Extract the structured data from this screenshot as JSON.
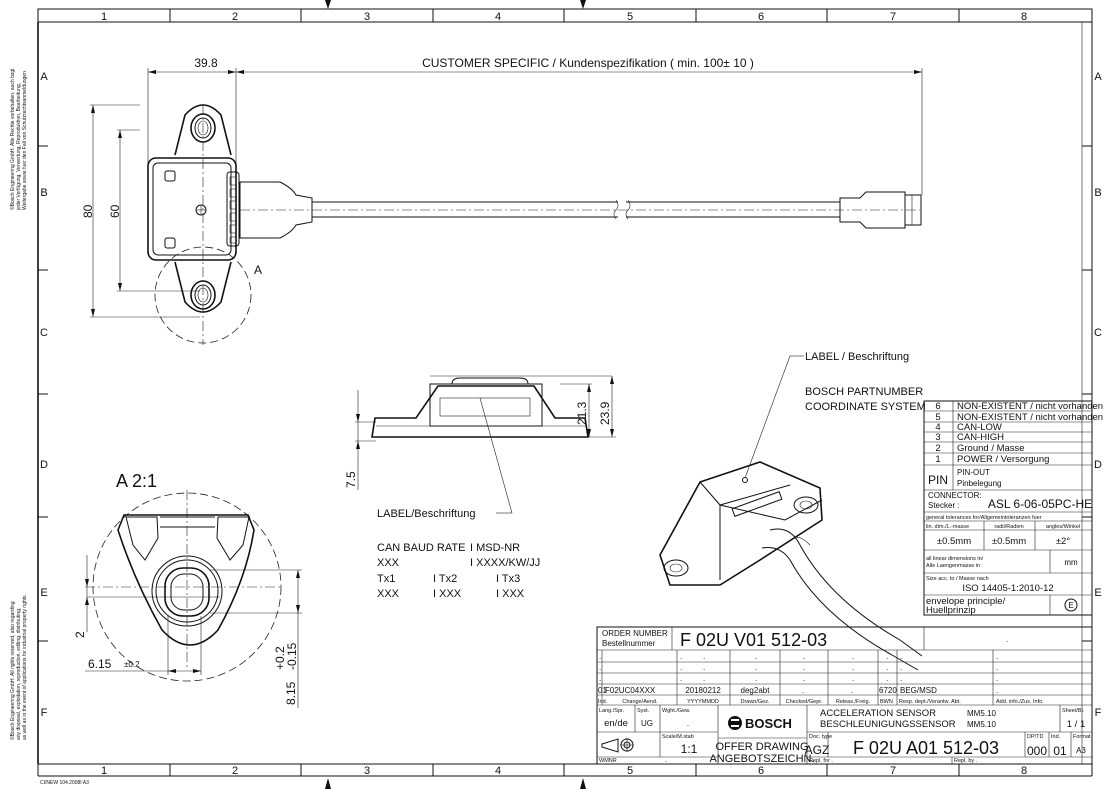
{
  "frame": {
    "columns": [
      "1",
      "2",
      "3",
      "4",
      "5",
      "6",
      "7",
      "8"
    ],
    "rows": [
      "A",
      "B",
      "C",
      "D",
      "E",
      "F"
    ],
    "footer_code": "CI/NEW 104.2008I  A3",
    "copyright_de": [
      "©Bosch Engineering GmbH. Alle Rechte vorbehalten, auch bzgl.",
      "jeder Verfügung, Verwertung, Reproduktion, Bearbeitung,",
      "Weitergabe sowie fuer den Fall von Schutzrechtsanmeldungen."
    ],
    "copyright_en": [
      "©Bosch Engineering GmbH. All rights reserved, also regarding",
      "any disposal, exploitation, reproduction, editing, distributing,",
      "as well as in the event of applications for industrial property rights."
    ]
  },
  "top_view": {
    "dim_width": "39.8",
    "dim_cable": "CUSTOMER SPECIFIC / Kundenspezifikation ( min. 100± 10 )",
    "dim_height_outer": "80",
    "dim_height_inner": "60",
    "detail_marker": "A"
  },
  "side_view": {
    "dim_body": "21.3",
    "dim_total": "23.9",
    "dim_flange": "7.5",
    "label_callout": "LABEL/Beschriftung"
  },
  "label_info": {
    "lines": [
      [
        "CAN BAUD RATE",
        "I MSD-NR",
        ""
      ],
      [
        "XXX",
        "I XXXX/KW/JJ",
        ""
      ],
      [
        "Tx1",
        "I Tx2",
        "I Tx3"
      ],
      [
        "XXX",
        "I XXX",
        "I XXX"
      ]
    ]
  },
  "detail_view": {
    "title": "A  2:1",
    "dim_2": "2",
    "dim_width": "6.15",
    "dim_width_tol": "±0.2",
    "dim_height": "8.15",
    "dim_height_tol_upper": "+0.2",
    "dim_height_tol_lower": "-0.15"
  },
  "iso_view": {
    "label_callout": "LABEL / Beschriftung",
    "partnumber_note": "BOSCH PARTNUMBER",
    "coordinate_note": "COORDINATE SYSTEM"
  },
  "pin_table": {
    "rows": [
      {
        "pin": "6",
        "desc": "NON-EXISTENT / nicht vorhanden"
      },
      {
        "pin": "5",
        "desc": "NON-EXISTENT / nicht vorhanden"
      },
      {
        "pin": "4",
        "desc": "CAN-LOW"
      },
      {
        "pin": "3",
        "desc": "CAN-HIGH"
      },
      {
        "pin": "2",
        "desc": "Ground / Masse"
      },
      {
        "pin": "1",
        "desc": "POWER / Versorgung"
      }
    ],
    "header_pin": "PIN",
    "header_desc": [
      "PIN-OUT",
      "Pinbelegung"
    ],
    "connector_label": [
      "CONNECTOR:",
      "Stecker  :"
    ],
    "connector_value": "ASL 6-06-05PC-HE",
    "tolerances_title": "general tolerances for/Allgemeintoleranzen fuer",
    "tolerance_headers": [
      "lin. dim./L.-masse",
      "radii/Radien",
      "angles/Winkel"
    ],
    "tolerance_values": [
      "±0.5mm",
      "±0.5mm",
      "±2°"
    ],
    "units_label": [
      "all linear dimensions in/",
      "Alle Laengenmasse in"
    ],
    "units_value": "mm",
    "size_label": "Size acc. to / Masse nach",
    "size_value": "ISO 14405-1:2010-12",
    "envelope_label": [
      "envelope principle/",
      "Huellprinzip"
    ],
    "envelope_symbol": "E"
  },
  "title_block": {
    "order_label": [
      "ORDER NUMBER",
      "Bestellnummer"
    ],
    "order_number": "F 02U V01 512-03",
    "order_extra": ".",
    "change_row": [
      "01",
      "F02UC04XXX",
      "20180212",
      "deg2abt",
      ".",
      ".",
      "6720",
      "BEG/MSD",
      "."
    ],
    "change_headers": [
      "Ind.",
      "Change/Aend.",
      "YYYYMMDD",
      "Drawn/Gez.",
      "Checked/Gepr.",
      "Releas./Freig.",
      "BWN",
      "Resp. dept./Verantw. Abt.",
      "Add. info./Zus. Info."
    ],
    "lang_label": "Lang./Spr.",
    "lang_value": "en/de",
    "syst_label": "Syst.",
    "syst_value": "UG",
    "weight_label": "Wght./Gew.",
    "weight_value": ".",
    "scale_label": "Scale/M.stab",
    "scale_value": "1:1",
    "brand": "BOSCH",
    "doc_kind": [
      "OFFER DRAWING",
      "ANGEBOTSZEICHN."
    ],
    "title_en": "ACCELERATION SENSOR",
    "title_de": "BESCHLEUNIGUNGSSENSOR",
    "model_1": "MM5.10",
    "model_2": "MM5.10",
    "sheet_label": "Sheet/Bl.",
    "sheet_value": "1 / 1",
    "doc_type_label": "Doc. type",
    "doc_type_value": "AGZ",
    "drawing_number": "F 02U A01 512-03",
    "dpto_label": "DP/TD",
    "dpto_value": "000",
    "ind_label": "Ind.",
    "ind_value": "01",
    "format_label": "Format",
    "format_value": "A3",
    "wmnr_label": "WMNR",
    "wmnr_value": ".",
    "repl_for": "Repl. for  .",
    "repl_by": "Repl. by ."
  }
}
